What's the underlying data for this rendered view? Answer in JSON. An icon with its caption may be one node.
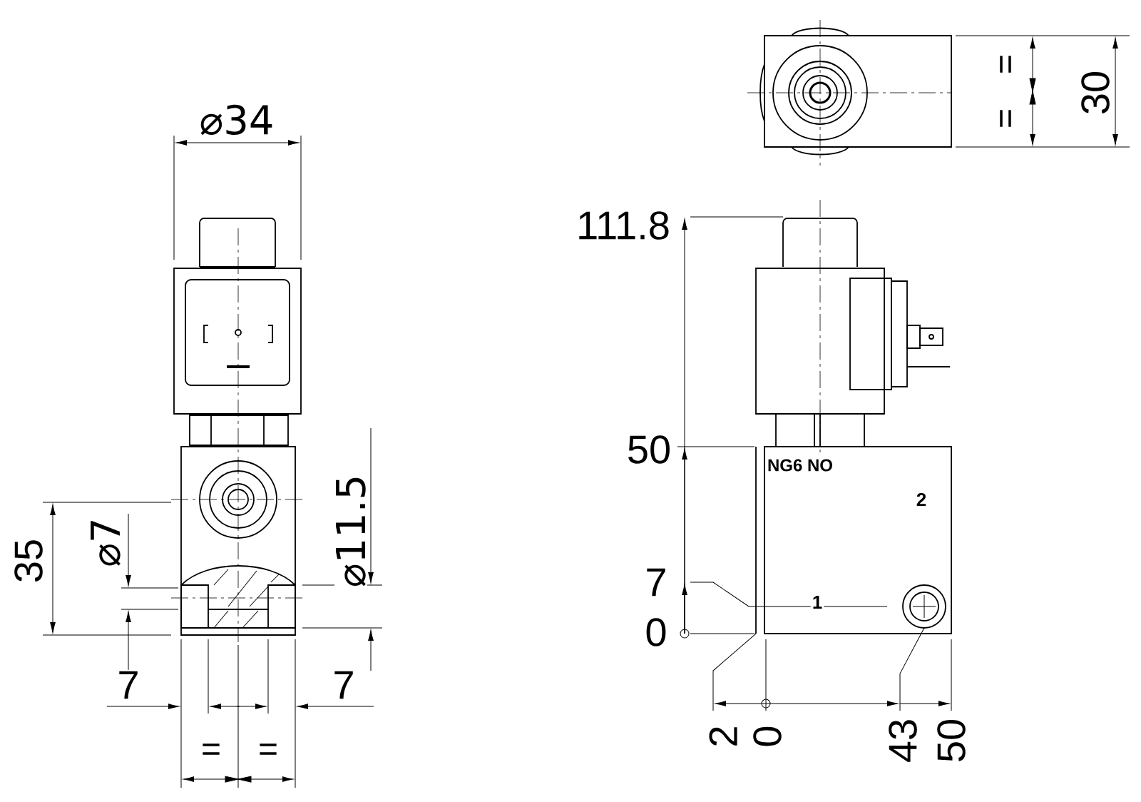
{
  "diagram": {
    "labels": [
      "⌀34",
      "35",
      "⌀7",
      "⌀11.5",
      "7",
      "7",
      "=",
      "=",
      "=",
      "=",
      "30",
      "111.8",
      "50",
      "NG6 NO",
      "2",
      "7",
      "1",
      "0",
      "2",
      "0",
      "43",
      "50"
    ]
  }
}
